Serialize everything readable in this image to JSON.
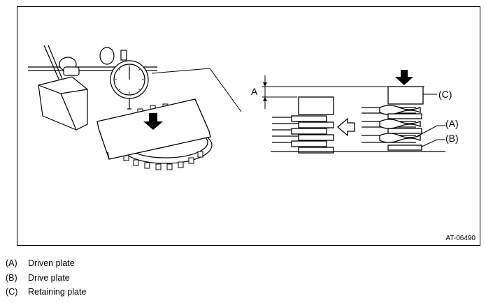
{
  "figure": {
    "id": "AT-06490",
    "dimension_label": "A",
    "callouts": {
      "a": "(A)",
      "b": "(B)",
      "c": "(C)"
    }
  },
  "legend": [
    {
      "letter": "(A)",
      "text": "Driven plate"
    },
    {
      "letter": "(B)",
      "text": "Drive plate"
    },
    {
      "letter": "(C)",
      "text": "Retaining plate"
    }
  ]
}
